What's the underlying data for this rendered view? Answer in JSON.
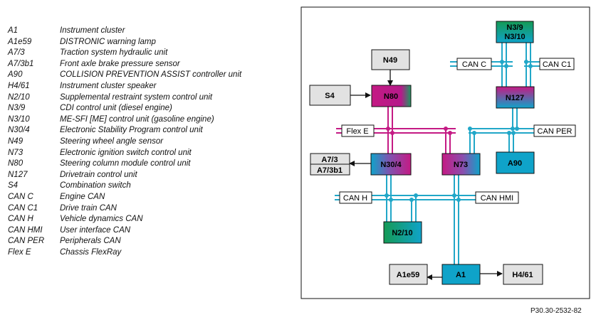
{
  "legend": [
    {
      "code": "A1",
      "desc": "Instrument cluster"
    },
    {
      "code": "A1e59",
      "desc": "DISTRONIC warning lamp"
    },
    {
      "code": "A7/3",
      "desc": "Traction system hydraulic unit"
    },
    {
      "code": "A7/3b1",
      "desc": "Front axle brake pressure sensor"
    },
    {
      "code": "A90",
      "desc": "COLLISION PREVENTION ASSIST controller unit"
    },
    {
      "code": "H4/61",
      "desc": "Instrument cluster speaker"
    },
    {
      "code": "N2/10",
      "desc": "Supplemental restraint system control unit"
    },
    {
      "code": "N3/9",
      "desc": "CDI control unit (diesel engine)"
    },
    {
      "code": "N3/10",
      "desc": "ME-SFI [ME] control unit (gasoline engine)"
    },
    {
      "code": "N30/4",
      "desc": "Electronic Stability Program control unit"
    },
    {
      "code": "N49",
      "desc": "Steering wheel angle sensor"
    },
    {
      "code": "N73",
      "desc": "Electronic ignition switch control unit"
    },
    {
      "code": "N80",
      "desc": "Steering column module control unit"
    },
    {
      "code": "N127",
      "desc": "Drivetrain control unit"
    },
    {
      "code": "S4",
      "desc": "Combination switch"
    },
    {
      "code": "CAN C",
      "desc": "Engine CAN"
    },
    {
      "code": "CAN C1",
      "desc": "Drive train CAN"
    },
    {
      "code": "CAN H",
      "desc": "Vehicle dynamics CAN"
    },
    {
      "code": "CAN HMI",
      "desc": "User interface CAN"
    },
    {
      "code": "CAN PER",
      "desc": "Peripherals CAN"
    },
    {
      "code": "Flex E",
      "desc": "Chassis FlexRay"
    }
  ],
  "diagram": {
    "nodes": {
      "n3": "N3/9",
      "n3b": "N3/10",
      "n49": "N49",
      "s4": "S4",
      "n80": "N80",
      "n127": "N127",
      "a73": "A7/3",
      "a73b1": "A7/3b1",
      "n304": "N30/4",
      "n73": "N73",
      "a90": "A90",
      "n210": "N2/10",
      "a1e59": "A1e59",
      "a1": "A1",
      "h461": "H4/61"
    },
    "buses": {
      "canc": "CAN C",
      "canc1": "CAN C1",
      "flexe": "Flex E",
      "canper": "CAN PER",
      "canh": "CAN H",
      "canhmi": "CAN HMI"
    },
    "colors": {
      "can": "#21a7c8",
      "flex": "#c41a84",
      "gray": "#e2e2e2",
      "cyan": "#0fa3c9",
      "green": "#159a55"
    }
  },
  "doc_code": "P30.30-2532-82"
}
